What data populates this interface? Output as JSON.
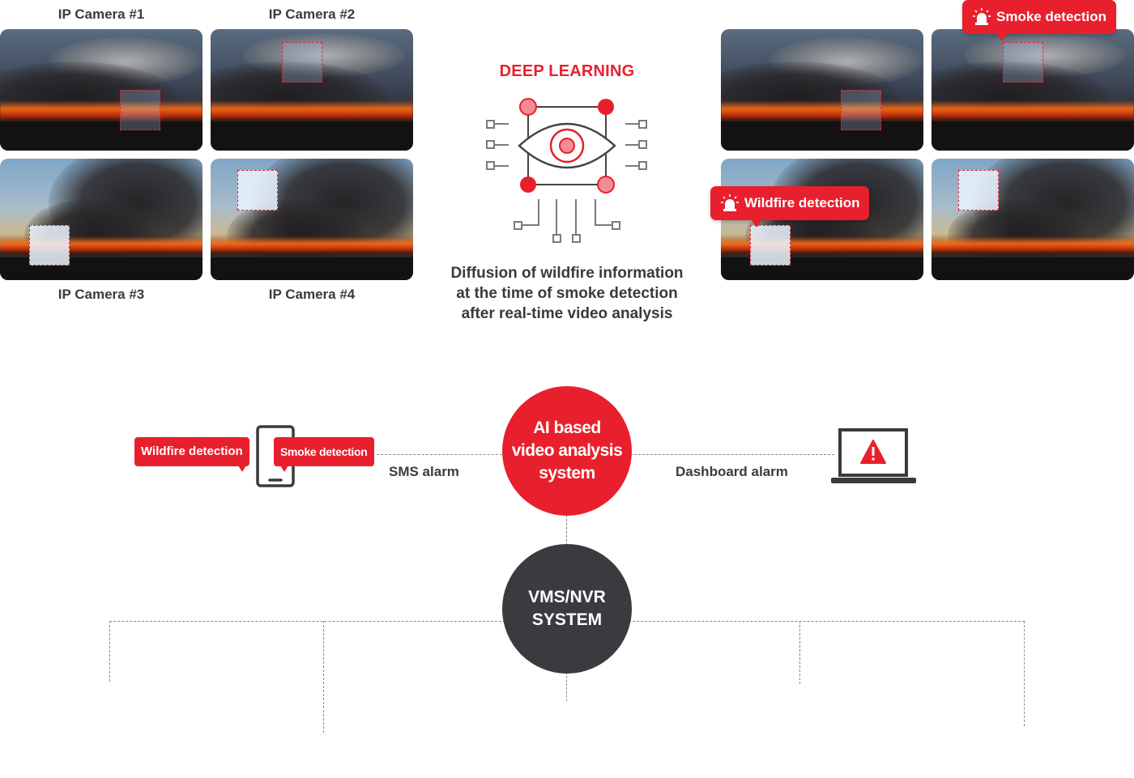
{
  "cameras": {
    "cam1": "IP Camera #1",
    "cam2": "IP Camera #2",
    "cam3": "IP Camera #3",
    "cam4": "IP Camera #4"
  },
  "deep_learning": {
    "title": "DEEP LEARNING",
    "line1": "Diffusion of wildfire information",
    "line2": "at the time of smoke detection",
    "line3": "after real-time video analysis"
  },
  "alerts": {
    "smoke": "Smoke detection",
    "wildfire": "Wildfire detection"
  },
  "mobile": {
    "wildfire": "Wildfire detection",
    "smoke": "Smoke detection",
    "sms_label": "SMS alarm"
  },
  "ai_system": {
    "line1": "AI based",
    "line2": "video analysis",
    "line3": "system"
  },
  "dashboard": {
    "label": "Dashboard alarm"
  },
  "vms": {
    "line1": "VMS/NVR",
    "line2": "SYSTEM"
  },
  "colors": {
    "accent": "#e8202d",
    "dark": "#3a3b3f"
  },
  "icons": [
    "siren-icon",
    "eye-network-icon",
    "smartphone-icon",
    "laptop-warning-icon"
  ]
}
